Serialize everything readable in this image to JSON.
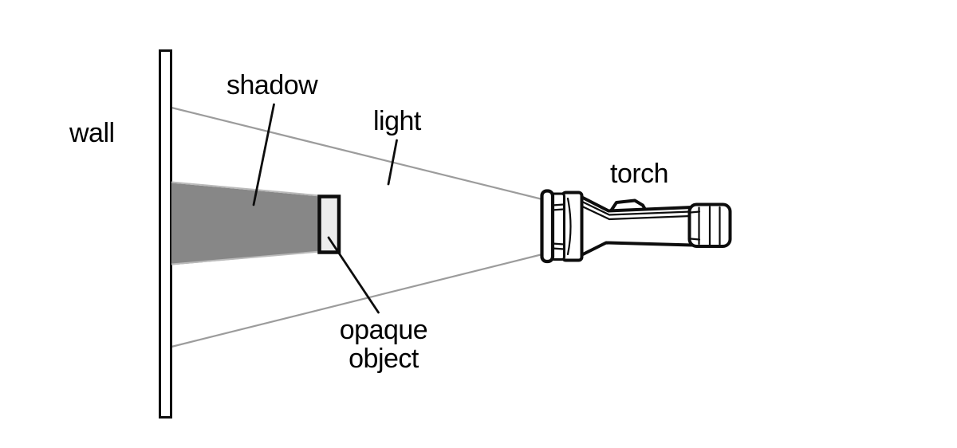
{
  "labels": {
    "wall": "wall",
    "shadow": "shadow",
    "light": "light",
    "torch": "torch",
    "opaque_object_line1": "opaque",
    "opaque_object_line2": "object"
  },
  "colors": {
    "background": "#ffffff",
    "outline": "#0d0d0d",
    "shadow_fill": "#878787",
    "shadow_edge": "#bababa",
    "light_ray": "#9c9c9c",
    "object_fill": "#ededed",
    "label_text": "#000000"
  }
}
